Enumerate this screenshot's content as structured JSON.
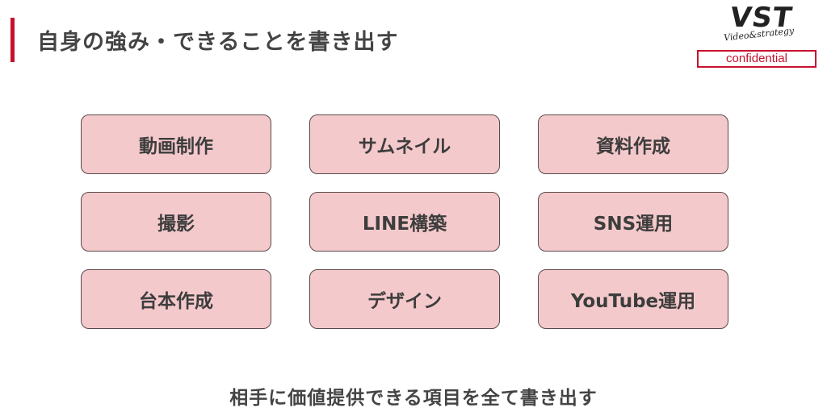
{
  "slide": {
    "title": "自身の強み・できることを書き出す",
    "accent_color": "#c8102e"
  },
  "logo": {
    "main": "VST",
    "sub": "Video&strategy"
  },
  "badge": {
    "label": "confidential"
  },
  "skills": [
    {
      "label": "動画制作"
    },
    {
      "label": "サムネイル"
    },
    {
      "label": "資料作成"
    },
    {
      "label": "撮影"
    },
    {
      "label": "LINE構築"
    },
    {
      "label": "SNS運用"
    },
    {
      "label": "台本作成"
    },
    {
      "label": "デザイン"
    },
    {
      "label": "YouTube運用"
    }
  ],
  "caption": "相手に価値提供できる項目を全て書き出す",
  "colors": {
    "card_fill": "#f4c9cb",
    "card_border": "#5a4a4a"
  }
}
